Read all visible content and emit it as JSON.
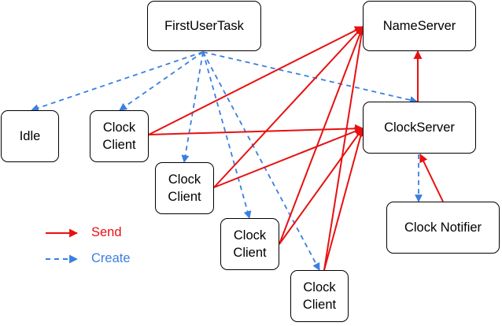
{
  "colors": {
    "send": "#e81010",
    "create": "#3a7fe0"
  },
  "nodes": {
    "first_user_task": "FirstUserTask",
    "name_server": "NameServer",
    "idle": "Idle",
    "clock_client_1": "Clock\nClient",
    "clock_client_2": "Clock\nClient",
    "clock_client_3": "Clock\nClient",
    "clock_client_4": "Clock\nClient",
    "clock_server": "ClockServer",
    "clock_notifier": "Clock Notifier"
  },
  "legend": {
    "send_label": "Send",
    "create_label": "Create"
  },
  "edges": [
    {
      "from": "first_user_task",
      "to": "idle",
      "type": "create"
    },
    {
      "from": "first_user_task",
      "to": "clock_client_1",
      "type": "create"
    },
    {
      "from": "first_user_task",
      "to": "clock_client_2",
      "type": "create"
    },
    {
      "from": "first_user_task",
      "to": "clock_client_3",
      "type": "create"
    },
    {
      "from": "first_user_task",
      "to": "clock_client_4",
      "type": "create"
    },
    {
      "from": "first_user_task",
      "to": "clock_server",
      "type": "create"
    },
    {
      "from": "clock_server",
      "to": "clock_notifier",
      "type": "create"
    },
    {
      "from": "clock_client_1",
      "to": "name_server",
      "type": "send"
    },
    {
      "from": "clock_client_2",
      "to": "name_server",
      "type": "send"
    },
    {
      "from": "clock_client_3",
      "to": "name_server",
      "type": "send"
    },
    {
      "from": "clock_client_4",
      "to": "name_server",
      "type": "send"
    },
    {
      "from": "clock_client_1",
      "to": "clock_server",
      "type": "send"
    },
    {
      "from": "clock_client_2",
      "to": "clock_server",
      "type": "send"
    },
    {
      "from": "clock_client_3",
      "to": "clock_server",
      "type": "send"
    },
    {
      "from": "clock_client_4",
      "to": "clock_server",
      "type": "send"
    },
    {
      "from": "clock_server",
      "to": "name_server",
      "type": "send"
    },
    {
      "from": "clock_notifier",
      "to": "clock_server",
      "type": "send"
    }
  ]
}
